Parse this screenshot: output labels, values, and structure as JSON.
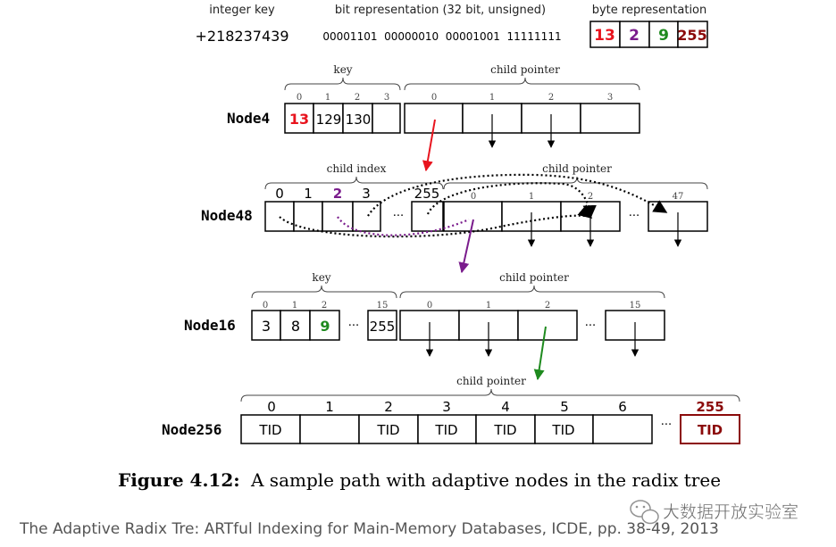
{
  "colors": {
    "red": "#e8141e",
    "purple": "#7a1c8c",
    "green": "#1e8a1e",
    "darkred": "#8b0a0a",
    "black": "#000000"
  },
  "header": {
    "integer_key_label": "integer key",
    "integer_key_value": "+218237439",
    "bit_repr_label": "bit representation (32 bit, unsigned)",
    "bit_repr_value": "00001101  00000010  00001001  11111111",
    "byte_repr_label": "byte representation",
    "bytes": [
      "13",
      "2",
      "9",
      "255"
    ]
  },
  "node4": {
    "name": "Node4",
    "key_label": "key",
    "child_label": "child pointer",
    "key_indices": [
      "0",
      "1",
      "2",
      "3"
    ],
    "keys": [
      "13",
      "129",
      "130",
      ""
    ],
    "child_indices": [
      "0",
      "1",
      "2",
      "3"
    ]
  },
  "node48": {
    "name": "Node48",
    "index_label": "child index",
    "child_label": "child pointer",
    "index_indices": [
      "0",
      "1",
      "2",
      "3",
      "255"
    ],
    "ellipsis": "···",
    "child_indices": [
      "0",
      "1",
      "2",
      "47"
    ]
  },
  "node16": {
    "name": "Node16",
    "key_label": "key",
    "child_label": "child pointer",
    "key_indices": [
      "0",
      "1",
      "2",
      "15"
    ],
    "keys": [
      "3",
      "8",
      "9",
      "255"
    ],
    "ellipsis": "···",
    "child_indices": [
      "0",
      "1",
      "2",
      "15"
    ]
  },
  "node256": {
    "name": "Node256",
    "child_label": "child pointer",
    "indices": [
      "0",
      "1",
      "2",
      "3",
      "4",
      "5",
      "6",
      "255"
    ],
    "cells": [
      "TID",
      "",
      "TID",
      "TID",
      "TID",
      "TID",
      "",
      "TID"
    ],
    "ellipsis": "···"
  },
  "caption": {
    "figure": "Figure 4.12:",
    "text": "A sample path with adaptive nodes in the radix tree"
  },
  "footer": {
    "citation": "The Adaptive Radix Tre: ARTful Indexing for Main-Memory Databases, ICDE, pp. 38-49, 2013",
    "watermark": "大数据开放实验室"
  }
}
